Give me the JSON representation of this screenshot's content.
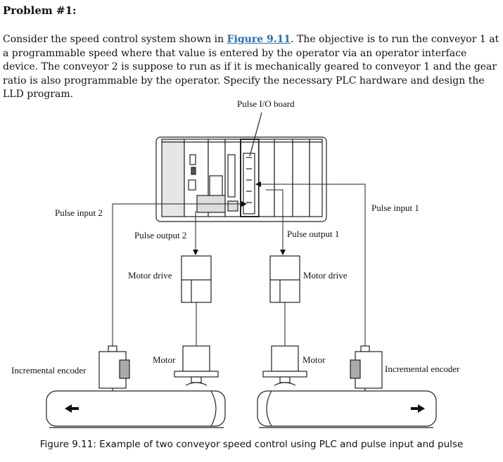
{
  "heading": "Problem #1:",
  "paragraph": {
    "before": "Consider the speed control system shown in ",
    "link": "Figure 9.11",
    "after": ". The objective is to run the conveyor 1 at a programmable speed where that value is entered by the operator via an operator interface device. The conveyor 2 is suppose to run as if it is mechanically geared to conveyor 1 and the gear ratio is also programmable by the operator. Specify the necessary PLC hardware and design the LLD program."
  },
  "figure": {
    "pulse_io_board": "Pulse I/O board",
    "pulse_input_2": "Pulse input 2",
    "pulse_input_1": "Pulse input 1",
    "pulse_output_2": "Pulse output 2",
    "pulse_output_1": "Pulse output 1",
    "motor_drive_left": "Motor drive",
    "motor_drive_right": "Motor drive",
    "motor_left": "Motor",
    "motor_right": "Motor",
    "encoder_left": "Incremental encoder",
    "encoder_right": "Incremental encoder"
  },
  "caption": "Figure 9.11: Example of two conveyor speed control using PLC and pulse input and pulse"
}
